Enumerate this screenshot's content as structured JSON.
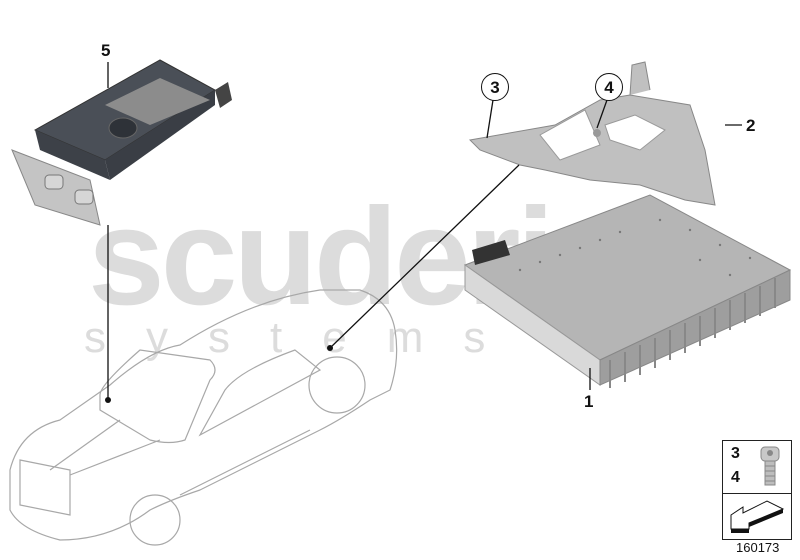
{
  "watermark": {
    "main": "scuderia",
    "sub": "systems"
  },
  "callouts": {
    "part1": "1",
    "part2": "2",
    "part3": "3",
    "part4": "4",
    "part5": "5"
  },
  "legend": {
    "items": [
      "3",
      "4"
    ],
    "icon_screw": "cap-screw-icon",
    "icon_arrow": "installation-arrow-icon"
  },
  "diagram_id": "160173",
  "parts": [
    {
      "number": "1",
      "name": "amplifier-module"
    },
    {
      "number": "2",
      "name": "mounting-bracket"
    },
    {
      "number": "3",
      "name": "screw"
    },
    {
      "number": "4",
      "name": "screw"
    },
    {
      "number": "5",
      "name": "antenna-control-unit"
    }
  ],
  "colors": {
    "callout_line": "#111111",
    "car_outline": "#a8a8a8",
    "watermark": "#dcdcdc",
    "module5_top": "#4a4f57",
    "metal": "#b8b8b8"
  }
}
